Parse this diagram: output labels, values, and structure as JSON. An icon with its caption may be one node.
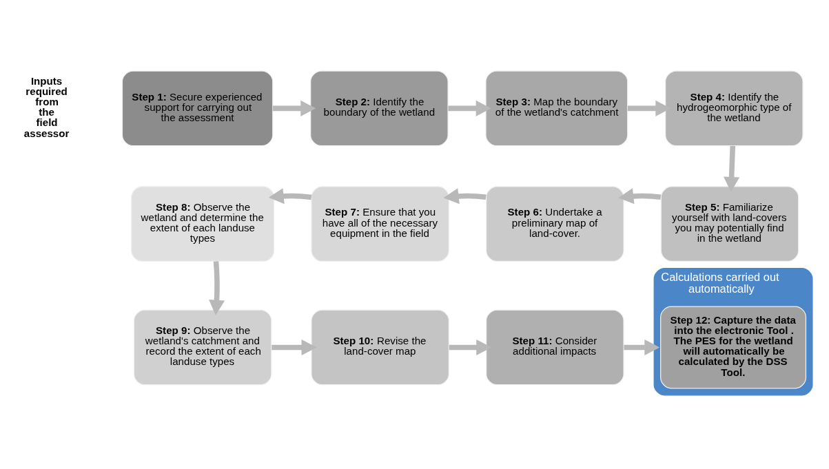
{
  "diagram": {
    "nodes": [
      {
        "text": [
          "**Step 1:** Secure experienced support for carrying out the assessment"
        ]
      },
      {
        "text": [
          "**Step 2:** Identify the boundary of the wetland"
        ]
      },
      {
        "text": [
          "**Step 3:** Map the boundary of the wetland's catchment"
        ]
      },
      {
        "text": [
          "**Step 4:** Identify the hydrogeomorphic type of the wetland"
        ]
      },
      {
        "text": [
          "**Step 8:** Observe the wetland and determine the extent of each landuse types"
        ]
      },
      {
        "text": [
          "**Step 7:** Ensure that you have all of the necessary equipment in the field"
        ]
      },
      {
        "text": [
          "**Step 6:** Undertake a preliminary map of land-cover."
        ]
      },
      {
        "text": [
          "**Step 5:** Familiarize yourself with land-covers you may potentially find in the wetland"
        ]
      },
      {
        "text": [
          "**Step 9:** Observe the wetland's catchment and record the extent of each landuse types"
        ]
      },
      {
        "text": [
          "**Step 10:** Revise the land-cover map"
        ]
      },
      {
        "text": [
          "**Step 11:** Consider additional impacts"
        ]
      },
      {
        "text": [
          "Calculations carried out automatically"
        ]
      },
      {
        "text": [
          "**Step 12: Capture the data into the electronic Tool . The PES for the wetland will automatically be calculated by the DSS Tool.**"
        ],
        "in": 11
      }
    ],
    "edges": [
      {
        "from": 0,
        "to": 1,
        "arrow": "to"
      },
      {
        "from": 1,
        "to": 2,
        "arrow": "to"
      },
      {
        "from": 2,
        "to": 3,
        "arrow": "to"
      },
      {
        "from": 3,
        "to": 7,
        "arrow": "to"
      },
      {
        "from": 7,
        "to": 6,
        "arrow": "to"
      },
      {
        "from": 6,
        "to": 5,
        "arrow": "to"
      },
      {
        "from": 5,
        "to": 4,
        "arrow": "to"
      },
      {
        "from": 4,
        "to": 8,
        "arrow": "to"
      },
      {
        "from": 8,
        "to": 9,
        "arrow": "to"
      },
      {
        "from": 9,
        "to": 10,
        "arrow": "to"
      },
      {
        "from": 10,
        "to": 11,
        "arrow": "to"
      }
    ],
    "labels": [
      "**Inputs required from the field assessor**"
    ]
  }
}
